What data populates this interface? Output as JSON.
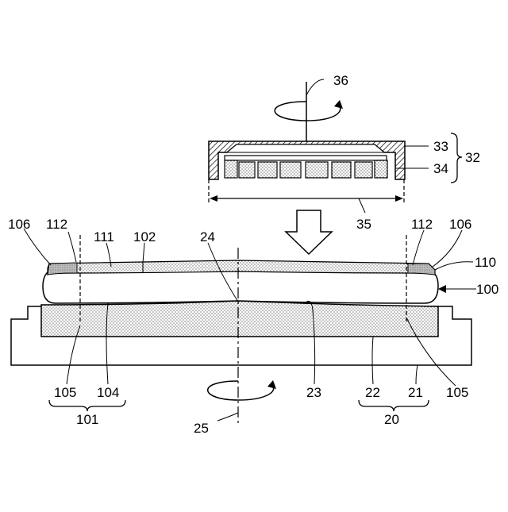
{
  "labels": {
    "l36": "36",
    "l33": "33",
    "l32": "32",
    "l34": "34",
    "l35": "35",
    "l106_left": "106",
    "l112_left": "112",
    "l111": "111",
    "l102": "102",
    "l24": "24",
    "l112_right": "112",
    "l106_right": "106",
    "l110": "110",
    "l100": "100",
    "l105_left": "105",
    "l104": "104",
    "l101": "101",
    "l23": "23",
    "l22": "22",
    "l21": "21",
    "l105_right": "105",
    "l20": "20",
    "l25": "25"
  }
}
